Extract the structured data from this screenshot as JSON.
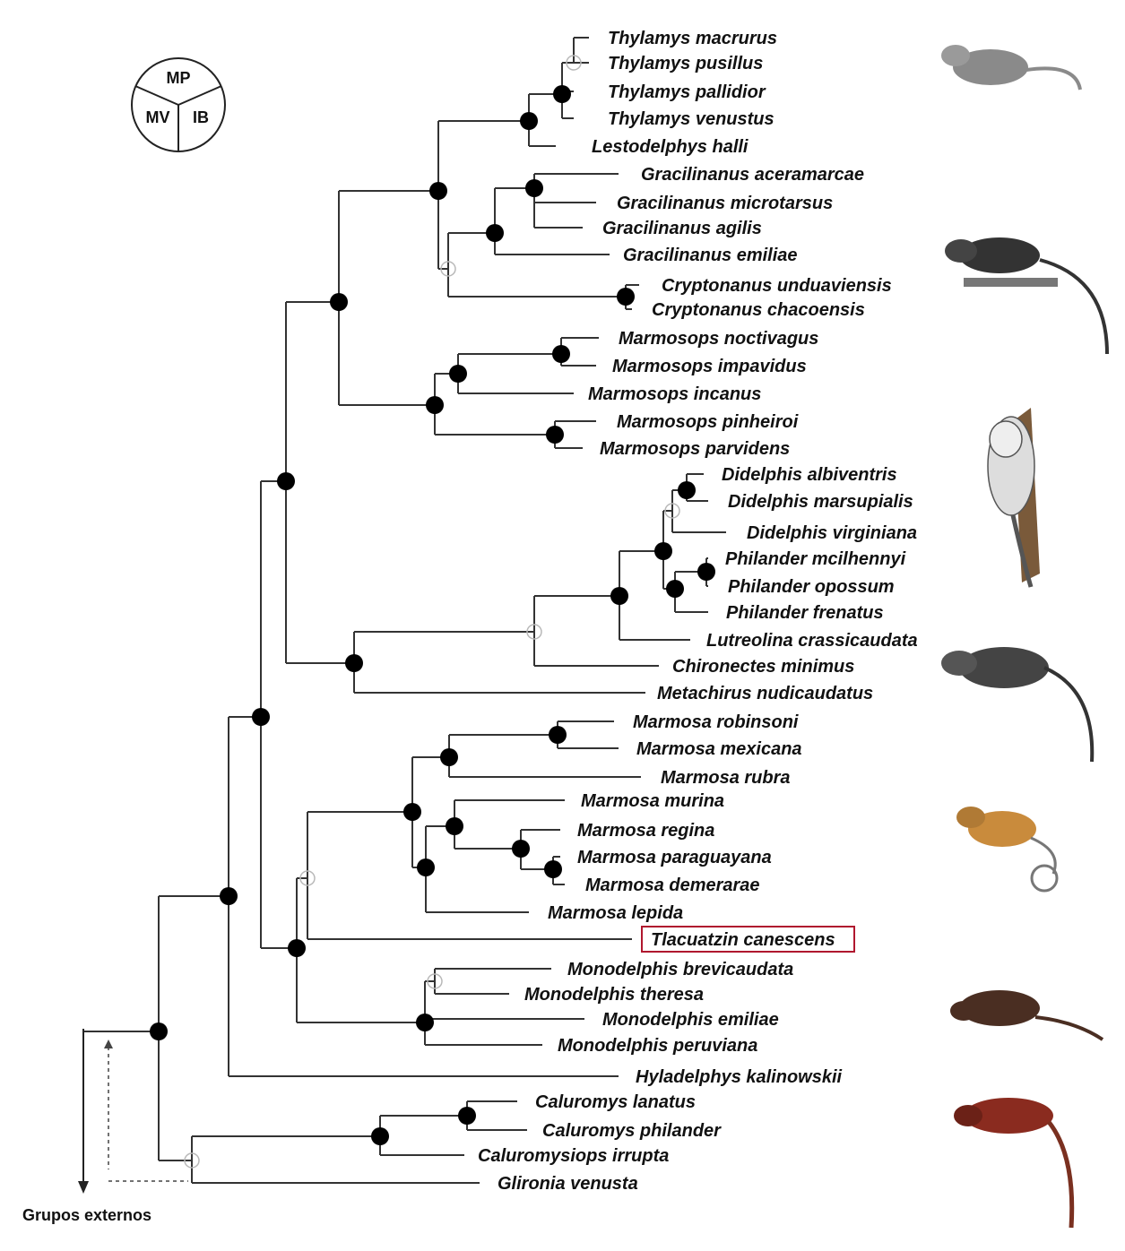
{
  "legend": {
    "top": "MP",
    "left": "MV",
    "right": "IB"
  },
  "outgroup_label": "Grupos externos",
  "highlighted_taxon": "Tlacuatzin canescens",
  "taxa": [
    "Thylamys macrurus",
    "Thylamys pusillus",
    "Thylamys pallidior",
    "Thylamys venustus",
    "Lestodelphys halli",
    "Gracilinanus aceramarcae",
    "Gracilinanus microtarsus",
    "Gracilinanus agilis",
    "Gracilinanus emiliae",
    "Cryptonanus unduaviensis",
    "Cryptonanus chacoensis",
    "Marmosops noctivagus",
    "Marmosops impavidus",
    "Marmosops incanus",
    "Marmosops pinheiroi",
    "Marmosops parvidens",
    "Didelphis albiventris",
    "Didelphis marsupialis",
    "Didelphis virginiana",
    "Philander mcilhennyi",
    "Philander opossum",
    "Philander frenatus",
    "Lutreolina crassicaudata",
    "Chironectes minimus",
    "Metachirus nudicaudatus",
    "Marmosa robinsoni",
    "Marmosa mexicana",
    "Marmosa rubra",
    "Marmosa murina",
    "Marmosa regina",
    "Marmosa paraguayana",
    "Marmosa demerarae",
    "Marmosa lepida",
    "Tlacuatzin canescens",
    "Monodelphis brevicaudata",
    "Monodelphis theresa",
    "Monodelphis emiliae",
    "Monodelphis peruviana",
    "Hyladelphys kalinowskii",
    "Caluromys lanatus",
    "Caluromys philander",
    "Caluromysiops irrupta",
    "Glironia venusta"
  ],
  "colors": {
    "branch": "#333333",
    "node": "#000000",
    "highlight": "#b0172e",
    "weak_support": "#b8b8b8"
  },
  "illustrations": [
    "thylamys-opossum-illustration",
    "gracilinanus-opossum-illustration",
    "didelphis-opossum-illustration",
    "metachirus-opossum-illustration",
    "marmosa-opossum-illustration",
    "monodelphis-opossum-illustration",
    "caluromys-opossum-illustration"
  ]
}
